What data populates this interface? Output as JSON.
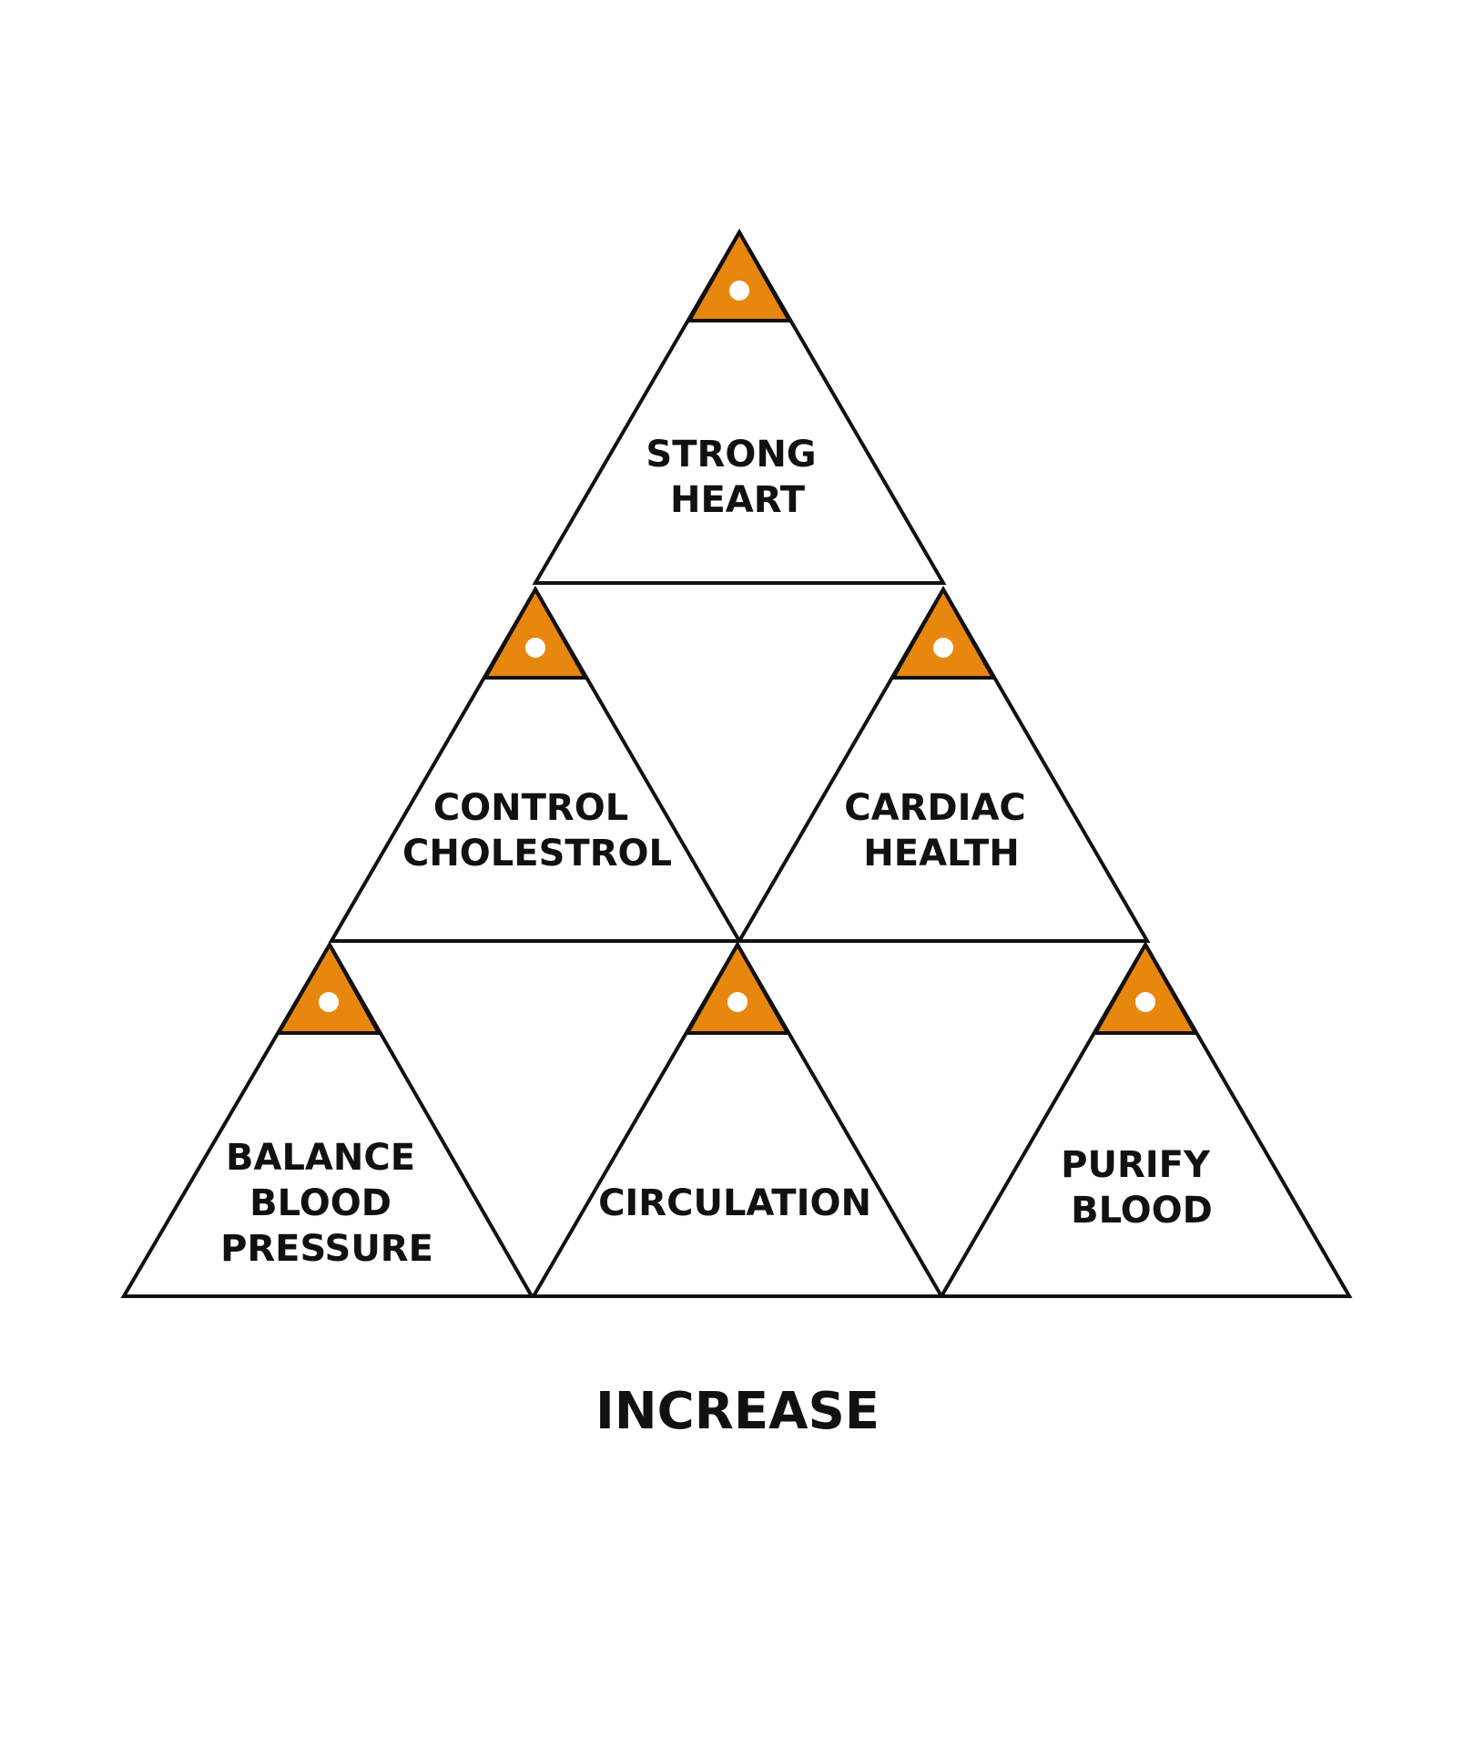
{
  "diagram": {
    "accent_color": "#E8870E",
    "caption": "INCREASE",
    "nodes": [
      {
        "id": "strong-heart",
        "lines": [
          "STRONG",
          "HEART"
        ]
      },
      {
        "id": "control-cholestrol",
        "lines": [
          "CONTROL",
          "CHOLESTROL"
        ]
      },
      {
        "id": "cardiac-health",
        "lines": [
          "CARDIAC",
          "HEALTH"
        ]
      },
      {
        "id": "balance-blood-pressure",
        "lines": [
          "BALANCE",
          "BLOOD",
          "PRESSURE"
        ]
      },
      {
        "id": "circulation",
        "lines": [
          "CIRCULATION"
        ]
      },
      {
        "id": "purify-blood",
        "lines": [
          "PURIFY",
          "BLOOD"
        ]
      }
    ]
  }
}
